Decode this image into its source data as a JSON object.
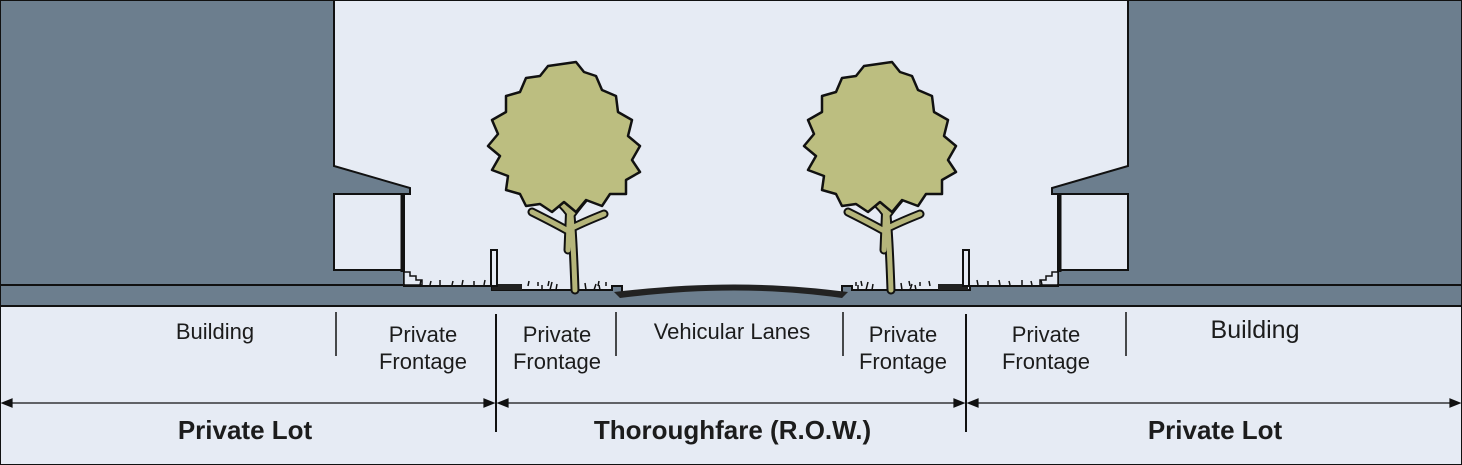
{
  "colors": {
    "background": "#e6ebf4",
    "building": "#6c7e8e",
    "ground": "#6c7e8e",
    "tree_canopy": "#bcbe80",
    "trunk": "#b5b57a",
    "outline": "#111111",
    "text": "#1c1c1c"
  },
  "icons": [
    "tree-icon",
    "building-icon",
    "porch-icon",
    "fence-post-icon"
  ],
  "segments": [
    {
      "id": "building-left",
      "label": "Building"
    },
    {
      "id": "frontage-left-private",
      "line1": "Private",
      "line2": "Frontage"
    },
    {
      "id": "frontage-left-public",
      "line1": "Private",
      "line2": "Frontage"
    },
    {
      "id": "vehicular-lanes",
      "label": "Vehicular Lanes"
    },
    {
      "id": "frontage-right-public",
      "line1": "Private",
      "line2": "Frontage"
    },
    {
      "id": "frontage-right-private",
      "line1": "Private",
      "line2": "Frontage"
    },
    {
      "id": "building-right",
      "label": "Building"
    }
  ],
  "zones": [
    {
      "id": "private-lot-left",
      "label": "Private Lot"
    },
    {
      "id": "thoroughfare",
      "label": "Thoroughfare (R.O.W.)"
    },
    {
      "id": "private-lot-right",
      "label": "Private Lot"
    }
  ]
}
